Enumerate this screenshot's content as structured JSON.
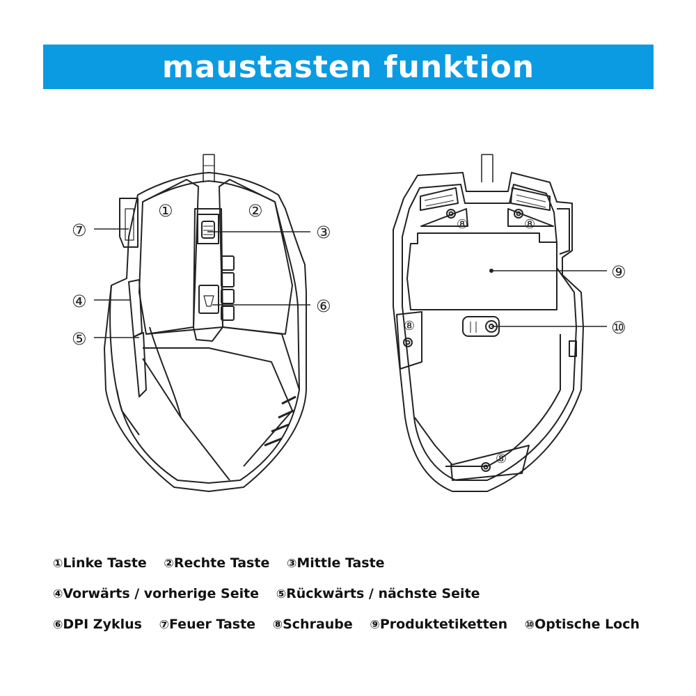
{
  "header": {
    "title": "maustasten funktion",
    "background": "#0b9be3"
  },
  "callouts": {
    "front": [
      "①",
      "②",
      "③",
      "⑦",
      "④",
      "⑤",
      "⑥"
    ],
    "back": [
      "⑧",
      "⑧",
      "⑧",
      "⑧",
      "⑨",
      "⑩"
    ]
  },
  "legend": [
    [
      {
        "num": "①",
        "label": "Linke Taste"
      },
      {
        "num": "②",
        "label": "Rechte Taste"
      },
      {
        "num": "③",
        "label": "Mittle Taste"
      }
    ],
    [
      {
        "num": "④",
        "label": "Vorwärts / vorherige Seite"
      },
      {
        "num": "⑤",
        "label": "Rückwärts / nächste Seite"
      }
    ],
    [
      {
        "num": "⑥",
        "label": "DPI Zyklus"
      },
      {
        "num": "⑦",
        "label": "Feuer Taste"
      },
      {
        "num": "⑧",
        "label": "Schraube"
      },
      {
        "num": "⑨",
        "label": "Produktetiketten"
      },
      {
        "num": "⑩",
        "label": "Optische Loch"
      }
    ]
  ]
}
